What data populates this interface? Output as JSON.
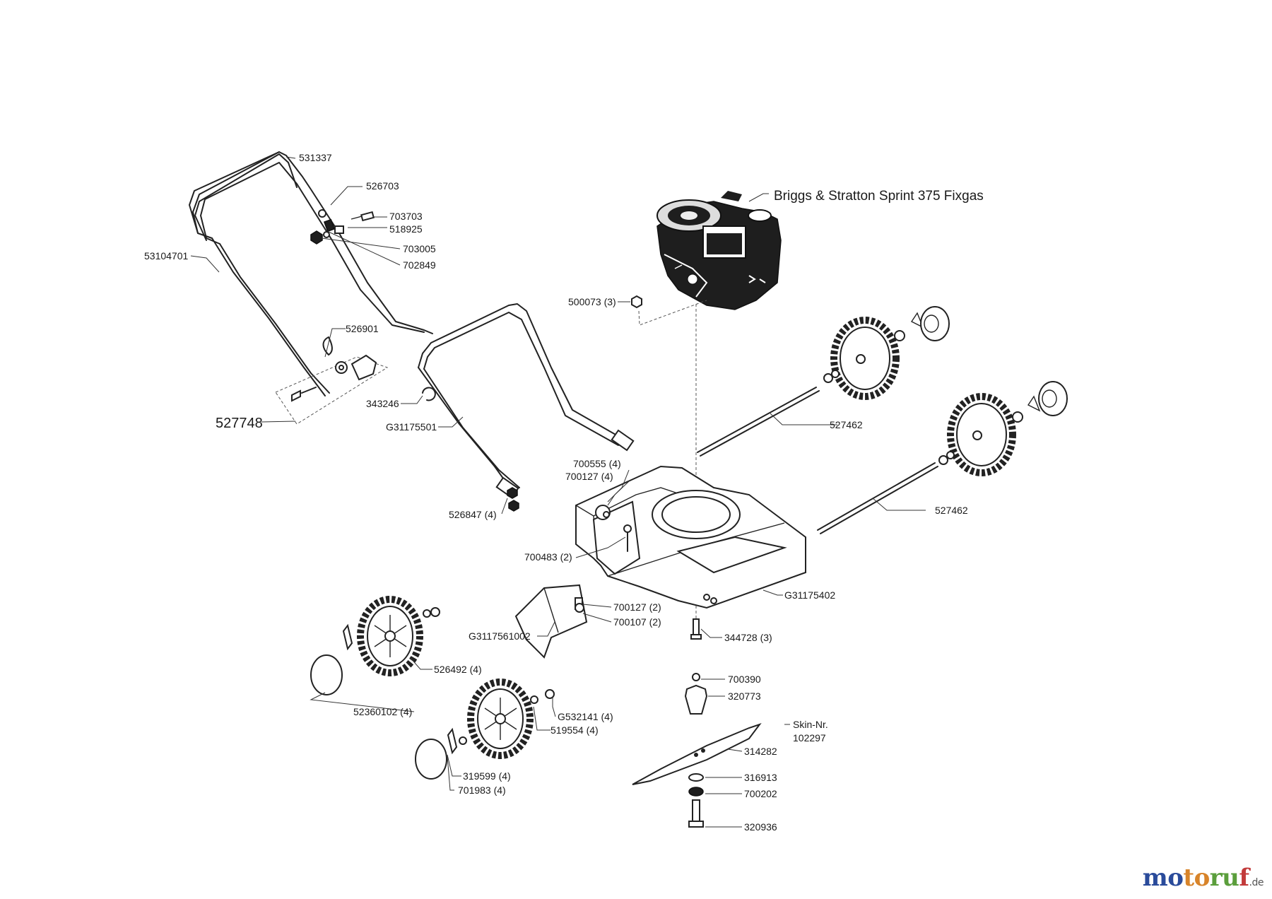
{
  "engine_label": "Briggs & Stratton Sprint 375 Fixgas",
  "labels": [
    {
      "id": "p531337",
      "text": "531337"
    },
    {
      "id": "p526703",
      "text": "526703"
    },
    {
      "id": "p703703",
      "text": "703703"
    },
    {
      "id": "p518925",
      "text": "518925"
    },
    {
      "id": "p703005",
      "text": "703005"
    },
    {
      "id": "p702849",
      "text": "702849"
    },
    {
      "id": "p53104701",
      "text": "53104701"
    },
    {
      "id": "p526901",
      "text": "526901"
    },
    {
      "id": "p527748",
      "text": "527748"
    },
    {
      "id": "p343246",
      "text": "343246"
    },
    {
      "id": "pG31175501",
      "text": "G31175501"
    },
    {
      "id": "p500073",
      "text": "500073 (3)"
    },
    {
      "id": "p527462a",
      "text": "527462"
    },
    {
      "id": "p527462b",
      "text": "527462"
    },
    {
      "id": "p700555",
      "text": "700555 (4)"
    },
    {
      "id": "p700127a",
      "text": "700127 (4)"
    },
    {
      "id": "p526847",
      "text": "526847 (4)"
    },
    {
      "id": "p700483",
      "text": "700483 (2)"
    },
    {
      "id": "pG31175402",
      "text": "G31175402"
    },
    {
      "id": "p700127b",
      "text": "700127 (2)"
    },
    {
      "id": "p700107",
      "text": "700107 (2)"
    },
    {
      "id": "pG3117561002",
      "text": "G3117561002"
    },
    {
      "id": "p344728",
      "text": "344728 (3)"
    },
    {
      "id": "p526492",
      "text": "526492 (4)"
    },
    {
      "id": "p700390",
      "text": "700390"
    },
    {
      "id": "p320773",
      "text": "320773"
    },
    {
      "id": "p52360102",
      "text": "52360102 (4)"
    },
    {
      "id": "pG532141",
      "text": "G532141 (4)"
    },
    {
      "id": "p519554",
      "text": "519554 (4)"
    },
    {
      "id": "pSkin",
      "text": "Skin-Nr."
    },
    {
      "id": "p102297",
      "text": "102297"
    },
    {
      "id": "p314282",
      "text": "314282"
    },
    {
      "id": "p316913",
      "text": "316913"
    },
    {
      "id": "p319599",
      "text": "319599 (4)"
    },
    {
      "id": "p700202",
      "text": "700202"
    },
    {
      "id": "p701983",
      "text": "701983 (4)"
    },
    {
      "id": "p320936",
      "text": "320936"
    }
  ],
  "brand": {
    "m": "mo",
    "t": "to",
    "r": "ru",
    "f": "f",
    "tld": ".de"
  }
}
